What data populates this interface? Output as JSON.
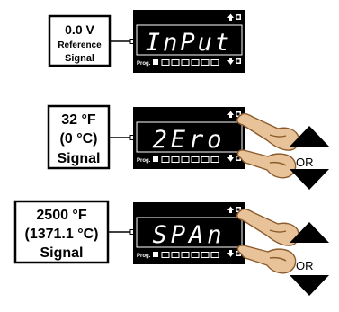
{
  "rows": [
    {
      "label_lines": [
        "0.0 V",
        "Reference",
        "Signal"
      ],
      "display_text": "InPut",
      "prog_label": "Prog.",
      "shows_hand_and_arrows": false
    },
    {
      "label_lines": [
        "32 °F",
        "(0 °C)",
        "Signal"
      ],
      "display_text": "2Ero",
      "prog_label": "Prog.",
      "shows_hand_and_arrows": true
    },
    {
      "label_lines": [
        "2500 °F",
        "(1371.1 °C)",
        "Signal"
      ],
      "display_text": "SPAn",
      "prog_label": "Prog.",
      "shows_hand_and_arrows": true
    }
  ],
  "or_label": "OR",
  "icons": {
    "up": "up-arrow-key-icon",
    "down": "down-arrow-key-icon",
    "hand": "pointing-hand-icon",
    "triangle_up": "up-triangle-button-icon",
    "triangle_down": "down-triangle-button-icon"
  },
  "colors": {
    "panel": "#000000",
    "text": "#000000",
    "display_text": "#ffffff",
    "hand_fill": "#e8c39a",
    "hand_stroke": "#8a5a2b"
  }
}
